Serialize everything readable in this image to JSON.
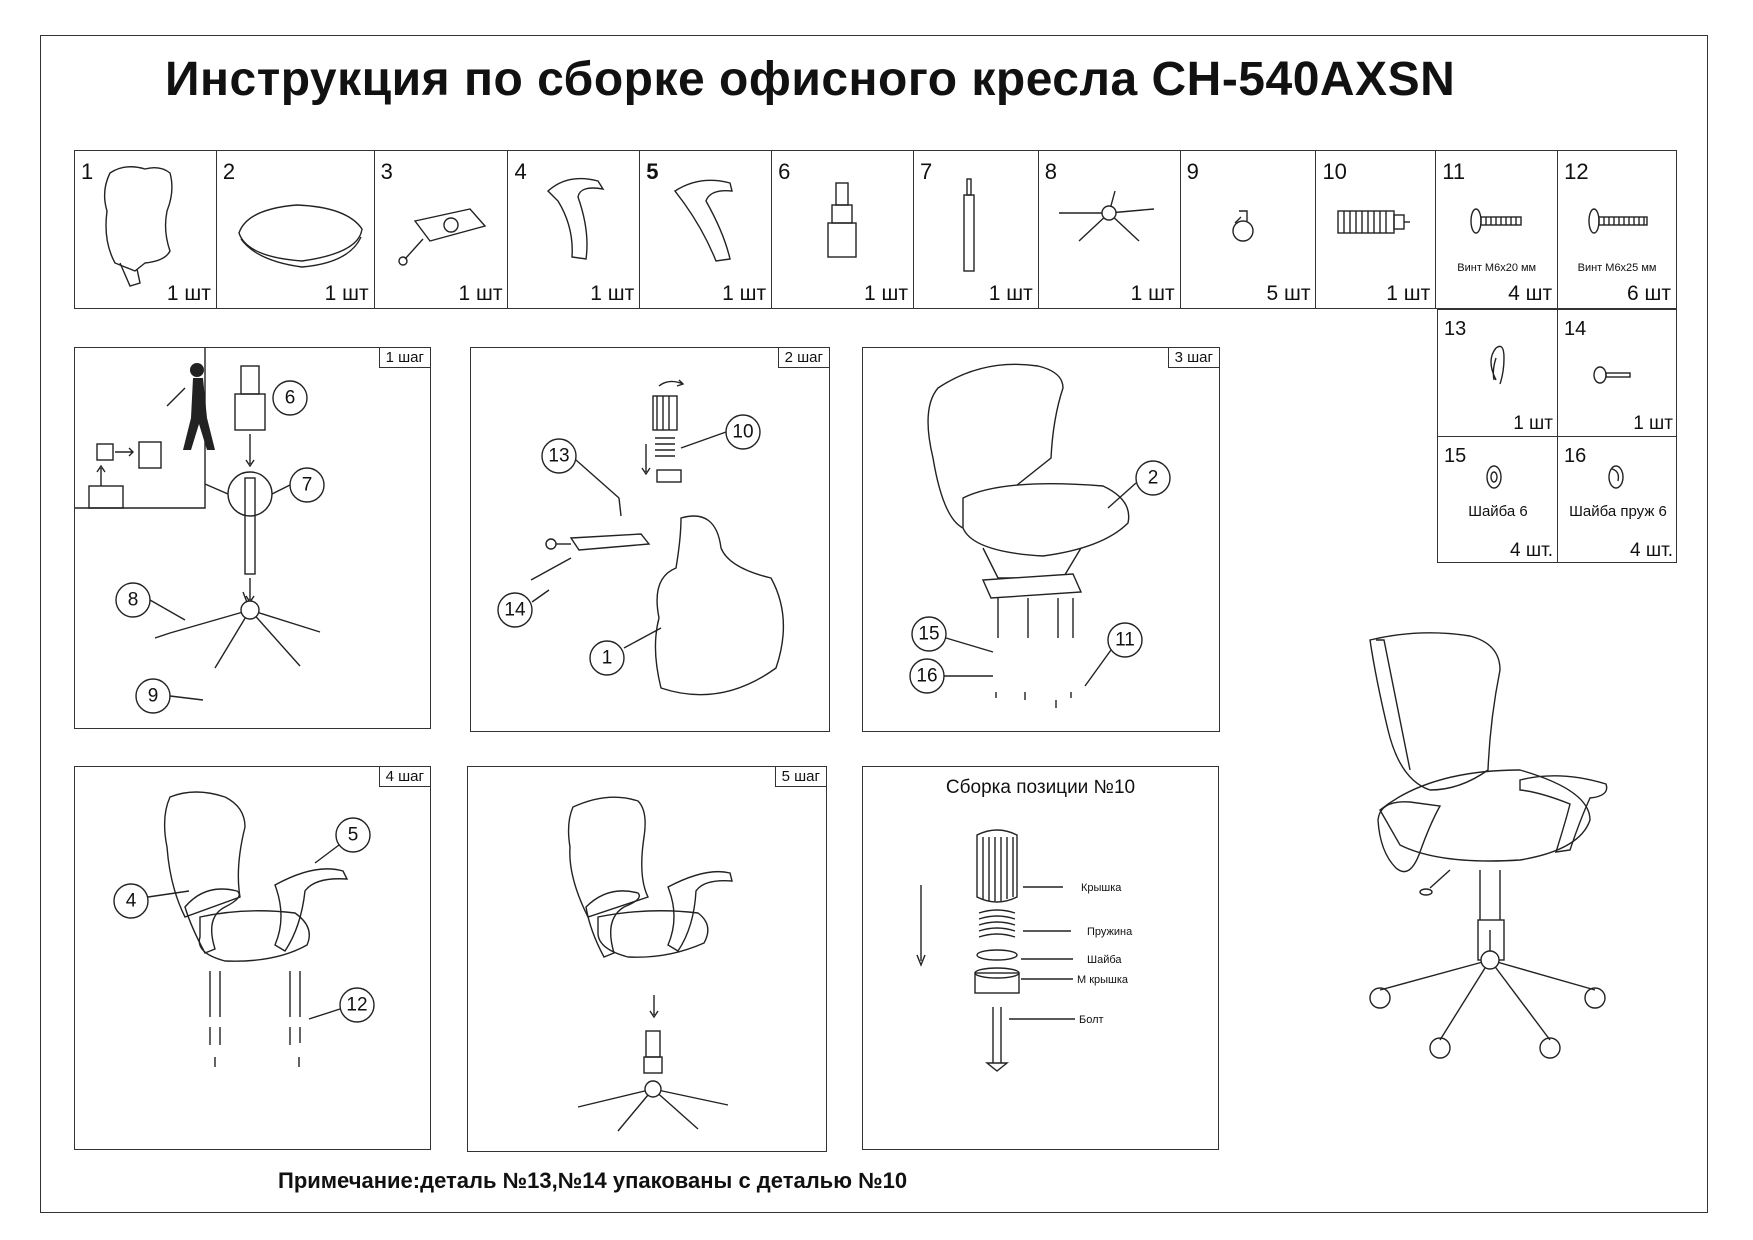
{
  "title": "Инструкция по сборке офисного кресла CH-540AXSN",
  "note": "Примечание:деталь №13,№14 упакованы с деталью №10",
  "parts": [
    {
      "num": "1",
      "qty": "1 шт",
      "icon": "backrest-icon"
    },
    {
      "num": "2",
      "qty": "1 шт",
      "icon": "seat-icon"
    },
    {
      "num": "3",
      "qty": "1 шт",
      "icon": "mechanism-icon"
    },
    {
      "num": "4",
      "qty": "1 шт",
      "icon": "left-armrest-icon"
    },
    {
      "num": "5",
      "qty": "1 шт",
      "icon": "right-armrest-icon"
    },
    {
      "num": "6",
      "qty": "1 шт",
      "icon": "gas-lift-cover-icon"
    },
    {
      "num": "7",
      "qty": "1 шт",
      "icon": "gas-lift-icon"
    },
    {
      "num": "8",
      "qty": "1 шт",
      "icon": "base-icon"
    },
    {
      "num": "9",
      "qty": "5 шт",
      "icon": "caster-icon"
    },
    {
      "num": "10",
      "qty": "1 шт",
      "icon": "knob-icon"
    },
    {
      "num": "11",
      "qty": "4 шт",
      "caption": "Винт М6х20 мм",
      "icon": "screw-icon"
    },
    {
      "num": "12",
      "qty": "6 шт",
      "caption": "Винт М6х25 мм",
      "icon": "screw-icon"
    }
  ],
  "extra_parts": [
    {
      "num": "13",
      "qty": "1 шт",
      "icon": "spring-clip-icon"
    },
    {
      "num": "14",
      "qty": "1 шт",
      "icon": "pin-icon"
    },
    {
      "num": "15",
      "qty": "4 шт.",
      "caption": "Шайба 6",
      "icon": "washer-icon"
    },
    {
      "num": "16",
      "qty": "4 шт.",
      "caption": "Шайба пруж 6",
      "icon": "spring-washer-icon"
    }
  ],
  "steps": {
    "step1": {
      "tag": "1 шаг",
      "callouts": [
        "6",
        "7",
        "8",
        "9"
      ]
    },
    "step2": {
      "tag": "2 шаг",
      "callouts": [
        "10",
        "13",
        "14",
        "1"
      ]
    },
    "step3": {
      "tag": "3 шаг",
      "callouts": [
        "2",
        "15",
        "16",
        "11"
      ]
    },
    "step4": {
      "tag": "4 шаг",
      "callouts": [
        "5",
        "4",
        "12"
      ]
    },
    "step5": {
      "tag": "5 шаг"
    }
  },
  "assembly10": {
    "title": "Сборка позиции №10",
    "labels": [
      "Крышка",
      "Пружина",
      "Шайба",
      "М крышка",
      "Болт"
    ]
  }
}
